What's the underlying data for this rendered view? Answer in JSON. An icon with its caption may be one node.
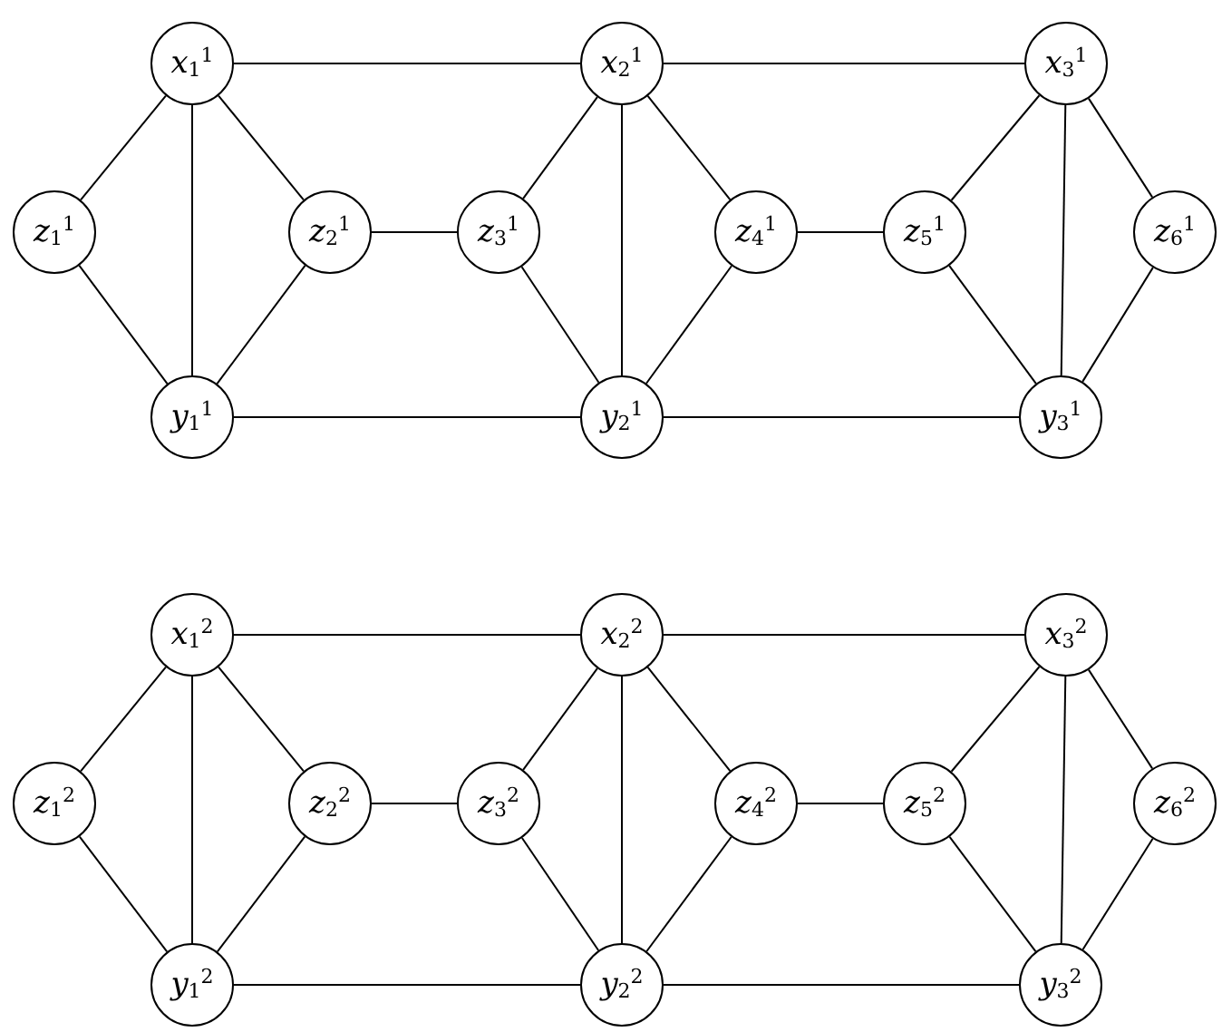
{
  "diagram": {
    "nodes": [
      {
        "text": [
          "*x*$_{1}$$^{1}$"
        ]
      },
      {
        "text": [
          "*x*$_{2}$$^{1}$"
        ]
      },
      {
        "text": [
          "*x*$_{3}$$^{1}$"
        ]
      },
      {
        "text": [
          "*z*$_{1}$$^{1}$"
        ]
      },
      {
        "text": [
          "*z*$_{2}$$^{1}$"
        ]
      },
      {
        "text": [
          "*z*$_{3}$$^{1}$"
        ]
      },
      {
        "text": [
          "*z*$_{4}$$^{1}$"
        ]
      },
      {
        "text": [
          "*z*$_{5}$$^{1}$"
        ]
      },
      {
        "text": [
          "*z*$_{6}$$^{1}$"
        ]
      },
      {
        "text": [
          "*y*$_{1}$$^{1}$"
        ]
      },
      {
        "text": [
          "*y*$_{2}$$^{1}$"
        ]
      },
      {
        "text": [
          "*y*$_{3}$$^{1}$"
        ]
      },
      {
        "text": [
          "*x*$_{1}$$^{2}$"
        ]
      },
      {
        "text": [
          "*x*$_{2}$$^{2}$"
        ]
      },
      {
        "text": [
          "*x*$_{3}$$^{2}$"
        ]
      },
      {
        "text": [
          "*z*$_{1}$$^{2}$"
        ]
      },
      {
        "text": [
          "*z*$_{2}$$^{2}$"
        ]
      },
      {
        "text": [
          "*z*$_{3}$$^{2}$"
        ]
      },
      {
        "text": [
          "*z*$_{4}$$^{2}$"
        ]
      },
      {
        "text": [
          "*z*$_{5}$$^{2}$"
        ]
      },
      {
        "text": [
          "*z*$_{6}$$^{2}$"
        ]
      },
      {
        "text": [
          "*y*$_{1}$$^{2}$"
        ]
      },
      {
        "text": [
          "*y*$_{2}$$^{2}$"
        ]
      },
      {
        "text": [
          "*y*$_{3}$$^{2}$"
        ]
      }
    ],
    "edges": [
      {
        "from": 0,
        "to": 3,
        "arrow": "none"
      },
      {
        "from": 0,
        "to": 4,
        "arrow": "none"
      },
      {
        "from": 0,
        "to": 9,
        "arrow": "none"
      },
      {
        "from": 3,
        "to": 9,
        "arrow": "none"
      },
      {
        "from": 4,
        "to": 9,
        "arrow": "none"
      },
      {
        "from": 0,
        "to": 1,
        "arrow": "none"
      },
      {
        "from": 4,
        "to": 5,
        "arrow": "none"
      },
      {
        "from": 5,
        "to": 1,
        "arrow": "none"
      },
      {
        "from": 5,
        "to": 10,
        "arrow": "none"
      },
      {
        "from": 1,
        "to": 10,
        "arrow": "none"
      },
      {
        "from": 1,
        "to": 6,
        "arrow": "none"
      },
      {
        "from": 6,
        "to": 10,
        "arrow": "none"
      },
      {
        "from": 9,
        "to": 10,
        "arrow": "none"
      },
      {
        "from": 1,
        "to": 2,
        "arrow": "none"
      },
      {
        "from": 6,
        "to": 7,
        "arrow": "none"
      },
      {
        "from": 7,
        "to": 2,
        "arrow": "none"
      },
      {
        "from": 7,
        "to": 11,
        "arrow": "none"
      },
      {
        "from": 2,
        "to": 11,
        "arrow": "none"
      },
      {
        "from": 2,
        "to": 8,
        "arrow": "none"
      },
      {
        "from": 8,
        "to": 11,
        "arrow": "none"
      },
      {
        "from": 10,
        "to": 11,
        "arrow": "none"
      },
      {
        "from": 12,
        "to": 15,
        "arrow": "none"
      },
      {
        "from": 12,
        "to": 16,
        "arrow": "none"
      },
      {
        "from": 12,
        "to": 21,
        "arrow": "none"
      },
      {
        "from": 15,
        "to": 21,
        "arrow": "none"
      },
      {
        "from": 16,
        "to": 21,
        "arrow": "none"
      },
      {
        "from": 12,
        "to": 13,
        "arrow": "none"
      },
      {
        "from": 16,
        "to": 17,
        "arrow": "none"
      },
      {
        "from": 17,
        "to": 13,
        "arrow": "none"
      },
      {
        "from": 17,
        "to": 22,
        "arrow": "none"
      },
      {
        "from": 13,
        "to": 22,
        "arrow": "none"
      },
      {
        "from": 13,
        "to": 18,
        "arrow": "none"
      },
      {
        "from": 18,
        "to": 22,
        "arrow": "none"
      },
      {
        "from": 21,
        "to": 22,
        "arrow": "none"
      },
      {
        "from": 13,
        "to": 14,
        "arrow": "none"
      },
      {
        "from": 18,
        "to": 19,
        "arrow": "none"
      },
      {
        "from": 19,
        "to": 14,
        "arrow": "none"
      },
      {
        "from": 19,
        "to": 23,
        "arrow": "none"
      },
      {
        "from": 14,
        "to": 23,
        "arrow": "none"
      },
      {
        "from": 14,
        "to": 20,
        "arrow": "none"
      },
      {
        "from": 20,
        "to": 23,
        "arrow": "none"
      },
      {
        "from": 22,
        "to": 23,
        "arrow": "none"
      }
    ]
  }
}
